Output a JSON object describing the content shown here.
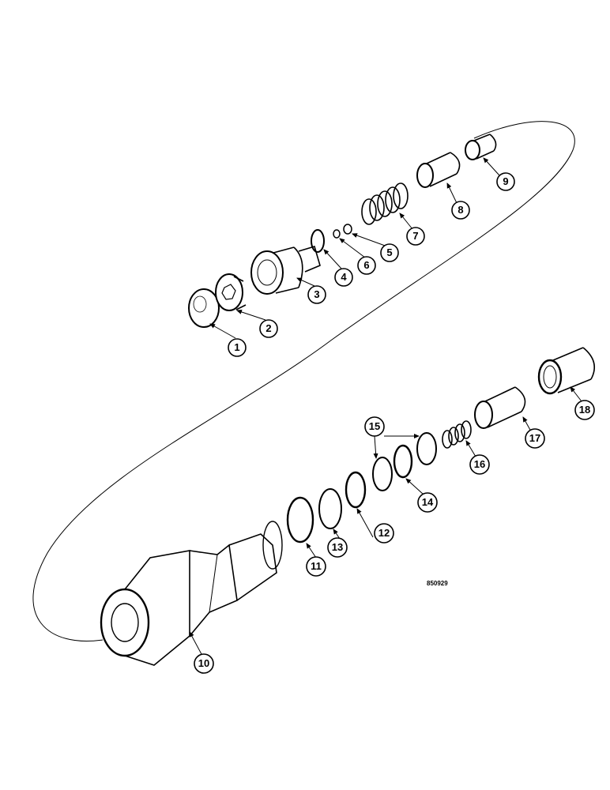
{
  "diagram": {
    "reference_code": "850929",
    "callouts": [
      "1",
      "2",
      "3",
      "4",
      "5",
      "6",
      "7",
      "8",
      "9",
      "10",
      "11",
      "12",
      "13",
      "14",
      "15",
      "16",
      "17",
      "18"
    ]
  }
}
